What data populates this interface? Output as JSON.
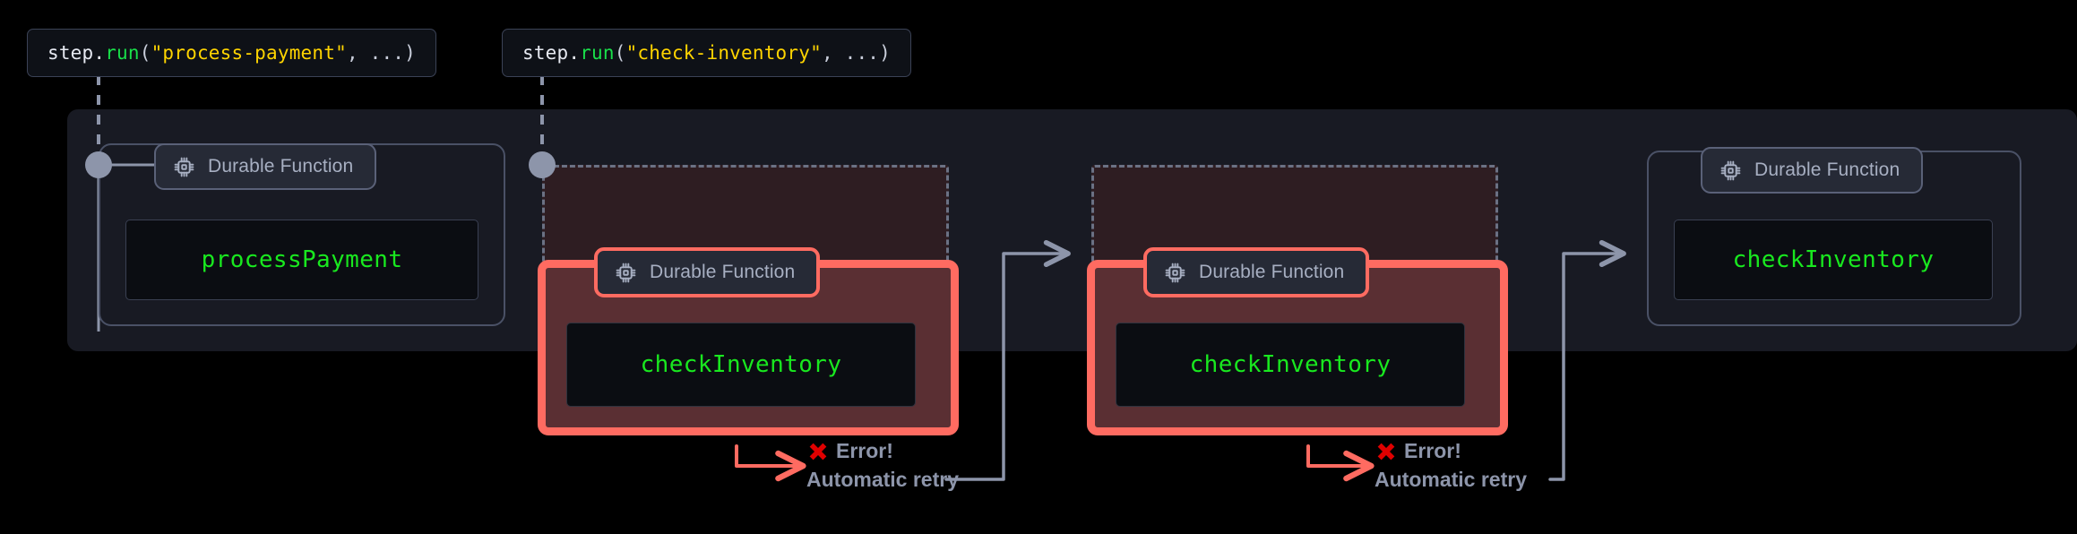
{
  "diagram": {
    "title": "Durable function automatic retry flow",
    "background": "#000000",
    "panel_bg": "#181A23",
    "colors": {
      "accent_green": "#19E81F",
      "accent_fail": "#FF6B61",
      "fail_fill": "#5A2F33",
      "retry_fill": "#2E1D22",
      "border": "#4A5166",
      "text_muted": "#8D95AA",
      "badge_bg": "#262A36",
      "string_yellow": "#FFD400",
      "fn_green": "#19E04A"
    }
  },
  "callouts": [
    {
      "name": "process-payment-call",
      "object": "step",
      "dot": ".",
      "method": "run",
      "open": "(",
      "arg": "\"process-payment\"",
      "rest": ", ...)"
    },
    {
      "name": "check-inventory-call",
      "object": "step",
      "dot": ".",
      "method": "run",
      "open": "(",
      "arg": "\"check-inventory\"",
      "rest": ", ...)"
    }
  ],
  "badges": {
    "label": "Durable Function",
    "icon": "cpu-chip-icon"
  },
  "steps": [
    {
      "name": "process-payment-step",
      "fn": "processPayment",
      "state": "success"
    },
    {
      "name": "check-inventory-attempt-1",
      "fn": "checkInventory",
      "state": "failed"
    },
    {
      "name": "check-inventory-attempt-2",
      "fn": "checkInventory",
      "state": "failed"
    },
    {
      "name": "check-inventory-attempt-3",
      "fn": "checkInventory",
      "state": "success"
    }
  ],
  "errors": [
    {
      "name": "error-annotation-1",
      "icon": "red-cross-icon",
      "title": "Error!",
      "subtitle": "Automatic retry"
    },
    {
      "name": "error-annotation-2",
      "icon": "red-cross-icon",
      "title": "Error!",
      "subtitle": "Automatic retry"
    }
  ]
}
